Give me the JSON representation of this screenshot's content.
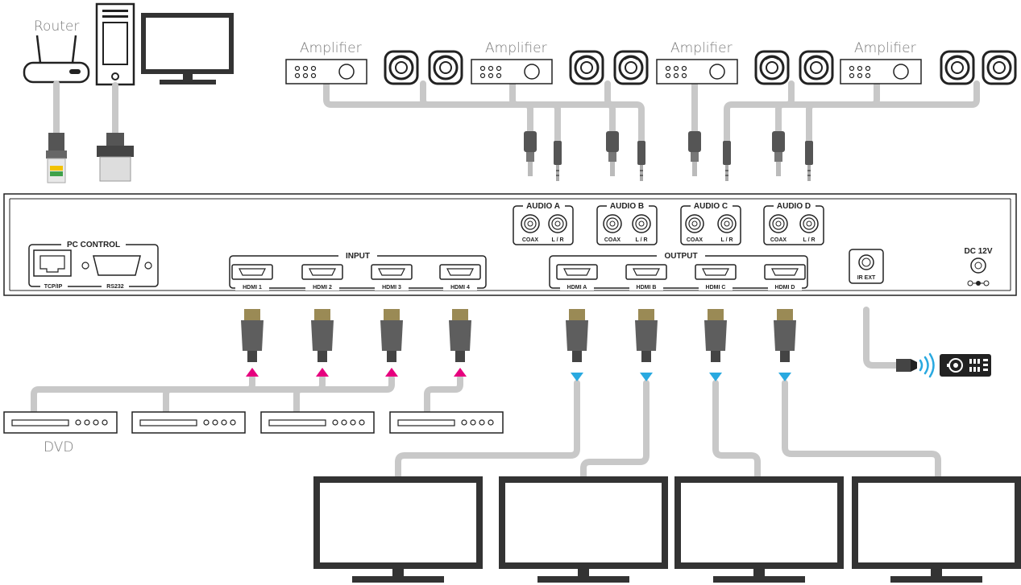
{
  "labels": {
    "router": "Router",
    "dvd": "DVD",
    "amplifier": "Amplifier",
    "pc_control": "PC CONTROL",
    "tcpip": "TCP/IP",
    "rs232": "RS232",
    "input": "INPUT",
    "output": "OUTPUT",
    "ir_ext": "IR EXT",
    "dc": "DC 12V",
    "coax": "COAX",
    "lr": "L / R"
  },
  "audio_groups": [
    "AUDIO A",
    "AUDIO B",
    "AUDIO C",
    "AUDIO D"
  ],
  "hdmi_inputs": [
    "HDMI 1",
    "HDMI 2",
    "HDMI 3",
    "HDMI 4"
  ],
  "hdmi_outputs": [
    "HDMI A",
    "HDMI B",
    "HDMI C",
    "HDMI D"
  ],
  "colors": {
    "cable": "#c8c8c8",
    "input_arrow": "#e6007e",
    "output_arrow": "#29a9e0",
    "ir_waves": "#29a9e0",
    "connector": "#666666",
    "connector_tip": "#8c7a4a"
  }
}
